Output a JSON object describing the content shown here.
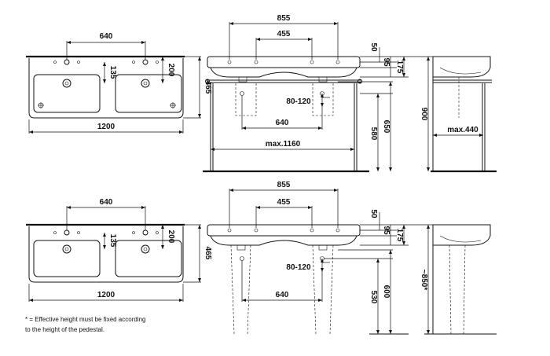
{
  "top": {
    "plan": {
      "tap_spacing": "640",
      "overflow": "135",
      "rim_to_tap": "200",
      "depth": "465",
      "width": "1200"
    },
    "front": {
      "tap_span": "855",
      "inner_span": "455",
      "h1": "50",
      "h2": "95",
      "h3": "175",
      "range": "80-120",
      "trap_spacing": "640",
      "max_frame": "max.1160",
      "h_580": "580",
      "h_650": "650"
    },
    "side": {
      "height": "900",
      "max_depth": "max.440"
    }
  },
  "bottom": {
    "plan": {
      "tap_spacing": "640",
      "overflow": "135",
      "rim_to_tap": "200",
      "depth": "465",
      "width": "1200"
    },
    "front": {
      "tap_span": "855",
      "inner_span": "455",
      "h1": "50",
      "h2": "95",
      "h3": "175",
      "range": "80-120",
      "trap_spacing": "640",
      "h_530": "530",
      "h_600": "600"
    },
    "side": {
      "height": "~850*"
    }
  },
  "footnote": {
    "line1": "* = Effective height must be fixed according",
    "line2": "to the height of the pedestal."
  }
}
